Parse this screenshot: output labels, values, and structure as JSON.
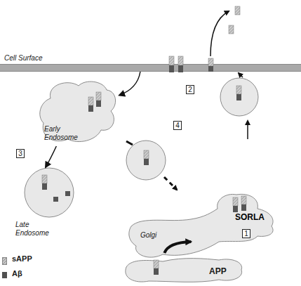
{
  "diagram": {
    "nodes": [
      {
        "text": [
          "Cell Surface"
        ]
      },
      {
        "text": [
          "2"
        ]
      },
      {
        "text": [
          "Early Endosome"
        ]
      },
      {
        "text": [
          "4"
        ]
      },
      {
        "text": [
          "3"
        ]
      },
      {
        "text": [
          "Late Endosome"
        ]
      },
      {
        "text": [
          "1"
        ]
      },
      {
        "text": [
          "Golgi"
        ]
      },
      {
        "text": [
          "APP"
        ]
      }
    ],
    "edges": [
      {
        "from": 0,
        "to": 2,
        "arrow": "to"
      },
      {
        "from": 2,
        "to": 5,
        "arrow": "to"
      },
      {
        "from": 8,
        "to": 7,
        "arrow": "to"
      }
    ],
    "labels": [
      "SORLA"
    ],
    "legend": [
      {
        "text": "sAPP",
        "color": "#c8c8c8"
      },
      {
        "text": "Aβ",
        "color": "#505050"
      }
    ]
  }
}
